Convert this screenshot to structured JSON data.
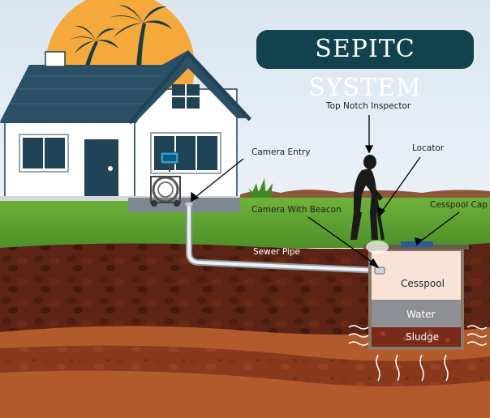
{
  "title": "SEPITC SYSTEM",
  "labels": {
    "top_notch_inspector": "Top Notch Inspector",
    "locator": "Locator",
    "camera_entry": "Camera Entry",
    "camera_with_beacon": "Camera With Beacon",
    "cesspool_cap": "Cesspool Cap",
    "sewer_pipe": "Sewer Pipe",
    "cesspool": "Cesspool",
    "water": "Water",
    "sludge": "Sludge"
  },
  "colors": {
    "sky": "#e4edf6",
    "sun": "#f5a93b",
    "title_bg": "#12424d",
    "roof": "#2b4f64",
    "grass": "#5ea232",
    "soil_dark": "#5b2414",
    "soil_mid": "#8a3a1c",
    "soil_light": "#b35a2c"
  }
}
